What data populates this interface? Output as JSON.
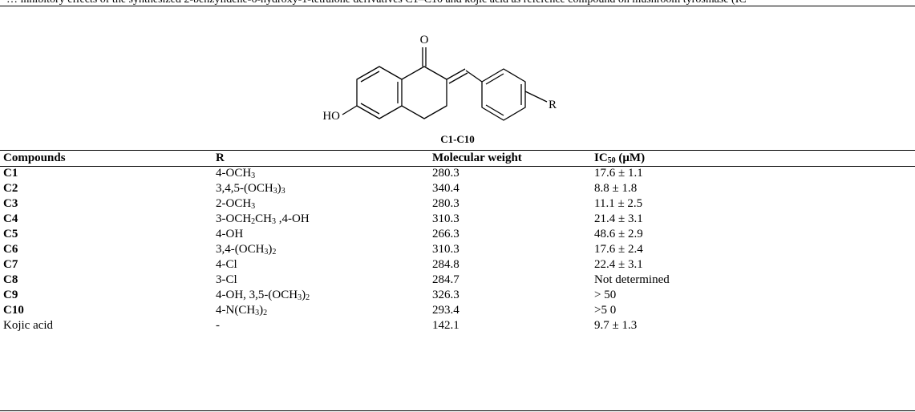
{
  "caption_fragment": "… inhibitory effects of the synthesized 2-benzylidene-6-hydroxy-1-tetralone derivatives C1–C10 and kojic acid as reference compound on mushroom tyrosinase (IC",
  "structure": {
    "carbonyl_atom": "O",
    "hydroxyl_label": "HO",
    "substituent_label": "R",
    "compound_range": "C1-C10"
  },
  "table": {
    "headers": {
      "compound": "Compounds",
      "r": "R",
      "mw": "Molecular weight",
      "ic50": "IC50 (μM)"
    },
    "rows": [
      {
        "compound": "C1",
        "r": "4-OCH3",
        "mw": "280.3",
        "ic50": "17.6 ± 1.1"
      },
      {
        "compound": "C2",
        "r": "3,4,5-(OCH3)3",
        "mw": "340.4",
        "ic50": "8.8 ± 1.8"
      },
      {
        "compound": "C3",
        "r": "2-OCH3",
        "mw": "280.3",
        "ic50": "11.1 ± 2.5"
      },
      {
        "compound": "C4",
        "r": "3-OCH2CH3 ,4-OH",
        "mw": "310.3",
        "ic50": "21.4 ± 3.1"
      },
      {
        "compound": "C5",
        "r": "4-OH",
        "mw": "266.3",
        "ic50": "48.6 ± 2.9"
      },
      {
        "compound": "C6",
        "r": "3,4-(OCH3)2",
        "mw": "310.3",
        "ic50": "17.6 ± 2.4"
      },
      {
        "compound": "C7",
        "r": "4-Cl",
        "mw": "284.8",
        "ic50": "22.4 ± 3.1"
      },
      {
        "compound": "C8",
        "r": "3-Cl",
        "mw": "284.7",
        "ic50": "Not determined"
      },
      {
        "compound": "C9",
        "r": "4-OH, 3,5-(OCH3)2",
        "mw": "326.3",
        "ic50": "> 50"
      },
      {
        "compound": "C10",
        "r": "4-N(CH3)2",
        "mw": "293.4",
        "ic50": ">5 0"
      },
      {
        "compound": "Kojic acid",
        "r": "-",
        "mw": "142.1",
        "ic50": "9.7 ± 1.3"
      }
    ]
  }
}
